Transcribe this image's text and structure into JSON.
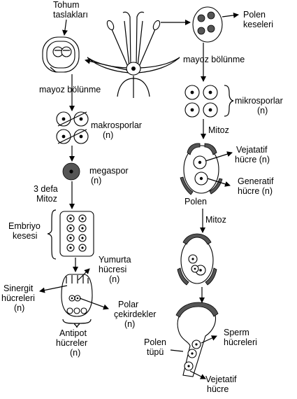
{
  "labels": {
    "tohum_1": "Tohum",
    "tohum_2": "taslakları",
    "polen_keseleri_1": "Polen",
    "polen_keseleri_2": "keseleri",
    "mayoz_right": "mayoz bölünme",
    "mayoz_left": "mayoz bölünme",
    "mikrosporlar_1": "mikrosporlar",
    "mikrosporlar_2": "(n)",
    "makrosporlar_1": "makrosporlar",
    "makrosporlar_2": "(n)",
    "mitoz_1": "Mitoz",
    "megaspor_1": "megaspor",
    "megaspor_2": "(n)",
    "vejetatif_1": "Vejatatif",
    "vejetatif_2": "hücre (n)",
    "generatif_1": "Generatif",
    "generatif_2": "hücre (n)",
    "polen": "Polen",
    "uc_defa_1": "3 defa",
    "uc_defa_2": "Mitoz",
    "mitoz_2": "Mitoz",
    "embriyo_1": "Embriyo",
    "embriyo_2": "kesesi",
    "yumurta_1": "Yumurta",
    "yumurta_2": "hücresi",
    "yumurta_3": "(n)",
    "sinergit_1": "Sinergit",
    "sinergit_2": "hücreleri",
    "sinergit_3": "(n)",
    "polar_1": "Polar",
    "polar_2": "çekirdekler",
    "polar_3": "(n)",
    "antipot_1": "Antipot",
    "antipot_2": "hücreler",
    "antipot_3": "(n)",
    "sperm_1": "Sperm",
    "sperm_2": "hücreleri",
    "polen_tupu_1": "Polen",
    "polen_tupu_2": "tüpü",
    "vejetatif_b_1": "Vejetatif",
    "vejetatif_b_2": "hücre"
  }
}
